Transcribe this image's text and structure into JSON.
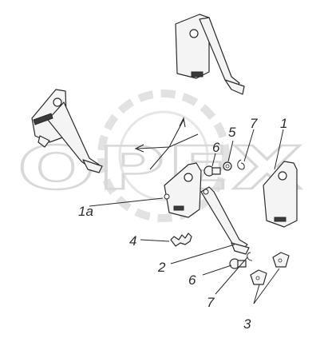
{
  "watermark": {
    "text": "OPEX",
    "color": "#d8d8d8"
  },
  "callouts": {
    "label_1": "1",
    "label_1a": "1a",
    "label_2": "2",
    "label_3": "3",
    "label_4": "4",
    "label_5": "5",
    "label_6_top": "6",
    "label_6_bottom": "6",
    "label_7_top": "7",
    "label_7_bottom": "7"
  },
  "colors": {
    "line": "#2a2a2a",
    "background": "#ffffff"
  }
}
